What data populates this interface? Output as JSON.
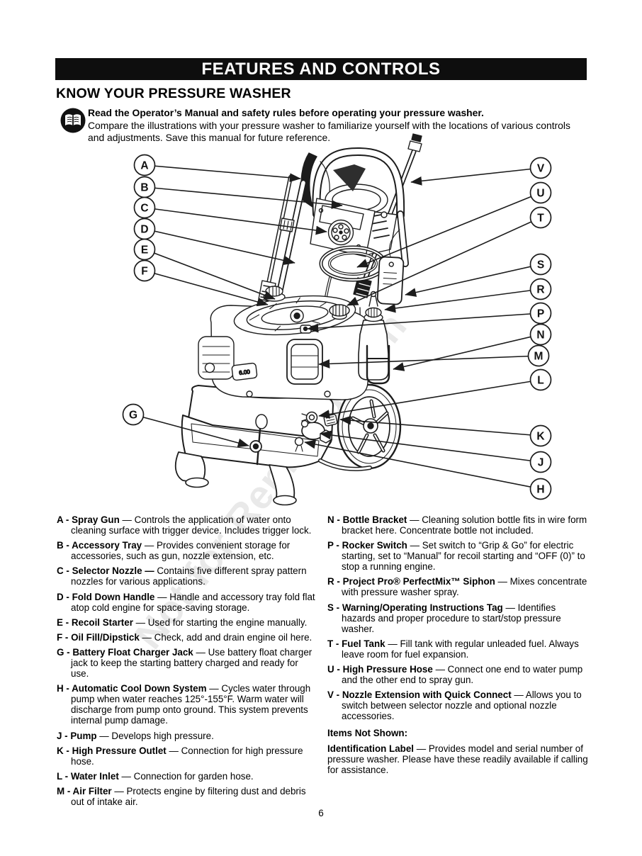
{
  "page": {
    "header": "FEATURES AND CONTROLS",
    "section_title": "KNOW YOUR PRESSURE WASHER",
    "intro_bold": "Read the Operator’s Manual and safety rules before operating your pressure washer.",
    "intro_text": "Compare the illustrations with your pressure washer to familiarize yourself with the locations of various controls and adjustments. Save this manual for future reference.",
    "watermark": "Not for Reproduction",
    "page_number": "6"
  },
  "diagram": {
    "engine_badge": "6.00",
    "callouts": [
      {
        "letter": "A"
      },
      {
        "letter": "B"
      },
      {
        "letter": "C"
      },
      {
        "letter": "D"
      },
      {
        "letter": "E"
      },
      {
        "letter": "F"
      },
      {
        "letter": "G"
      },
      {
        "letter": "V"
      },
      {
        "letter": "U"
      },
      {
        "letter": "T"
      },
      {
        "letter": "S"
      },
      {
        "letter": "R"
      },
      {
        "letter": "P"
      },
      {
        "letter": "N"
      },
      {
        "letter": "M"
      },
      {
        "letter": "L"
      },
      {
        "letter": "K"
      },
      {
        "letter": "J"
      },
      {
        "letter": "H"
      }
    ]
  },
  "legend": {
    "left": [
      {
        "label": "A - Spray Gun",
        "text": "— Controls the application of water onto cleaning surface with trigger device. Includes trigger lock."
      },
      {
        "label": "B - Accessory Tray",
        "text": "— Provides convenient storage for accessories, such as gun, nozzle extension, etc."
      },
      {
        "label": "C - Selector Nozzle —",
        "text": "Contains five different spray pattern nozzles for various applications."
      },
      {
        "label": "D - Fold Down Handle",
        "text": "— Handle and accessory tray fold flat atop cold engine for space-saving storage."
      },
      {
        "label": "E - Recoil Starter",
        "text": "— Used for starting the engine manually."
      },
      {
        "label": "F - Oil Fill/Dipstick",
        "text": "— Check, add and drain engine oil here."
      },
      {
        "label": "G - Battery Float Charger Jack",
        "text": "— Use battery float charger jack to keep the starting battery charged and ready for use."
      },
      {
        "label": "H - Automatic Cool Down System",
        "text": "— Cycles water through pump when water reaches 125°-155°F. Warm water will discharge from pump onto ground. This system prevents internal pump damage."
      },
      {
        "label": "J - Pump",
        "text": "— Develops high pressure."
      },
      {
        "label": "K - High Pressure Outlet",
        "text": "— Connection for high pressure hose."
      },
      {
        "label": "L - Water Inlet",
        "text": "— Connection for garden hose."
      },
      {
        "label": "M - Air Filter",
        "text": "— Protects engine by filtering dust and debris out of intake air."
      }
    ],
    "right": [
      {
        "label": "N - Bottle Bracket",
        "text": "— Cleaning solution bottle fits in wire form bracket here. Concentrate bottle not included."
      },
      {
        "label": "P - Rocker Switch",
        "text": "— Set switch to “Grip & Go” for electric starting, set to “Manual” for recoil starting and “OFF (0)” to stop a running engine."
      },
      {
        "label": "R - Project Pro® PerfectMix™ Siphon",
        "text": "— Mixes concentrate with pressure washer spray."
      },
      {
        "label": "S - Warning/Operating Instructions Tag",
        "text": "— Identifies hazards and proper procedure to start/stop pressure washer."
      },
      {
        "label": "T - Fuel Tank",
        "text": "— Fill tank with regular unleaded fuel. Always leave room for fuel expansion."
      },
      {
        "label": "U - High Pressure Hose",
        "text": "— Connect one end to water pump and the other end to spray gun."
      },
      {
        "label": "V - Nozzle Extension with Quick Connect",
        "text": "— Allows you to switch between selector nozzle and optional nozzle accessories."
      }
    ],
    "not_shown_heading": "Items Not Shown:",
    "not_shown": [
      {
        "label": "Identification Label",
        "text": "— Provides model and serial number of pressure washer. Please have these readily available if calling for assistance."
      }
    ]
  }
}
